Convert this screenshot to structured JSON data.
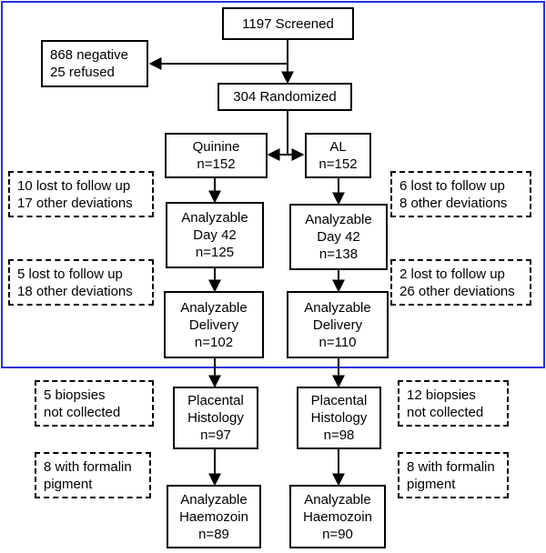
{
  "colors": {
    "frame": "#2233dd",
    "stroke": "#000000"
  },
  "nodes": {
    "screened": {
      "lines": [
        "1197 Screened"
      ]
    },
    "excluded": {
      "lines": [
        "868 negative",
        "25 refused"
      ]
    },
    "randomized": {
      "lines": [
        "304 Randomized"
      ]
    },
    "quinine": {
      "lines": [
        "Quinine",
        "n=152"
      ]
    },
    "al": {
      "lines": [
        "AL",
        "n=152"
      ]
    },
    "q_day42": {
      "lines": [
        "Analyzable",
        "Day 42",
        "n=125"
      ]
    },
    "al_day42": {
      "lines": [
        "Analyzable",
        "Day 42",
        "n=138"
      ]
    },
    "q_delivery": {
      "lines": [
        "Analyzable",
        "Delivery",
        "n=102"
      ]
    },
    "al_delivery": {
      "lines": [
        "Analyzable",
        "Delivery",
        "n=110"
      ]
    },
    "q_histology": {
      "lines": [
        "Placental",
        "Histology",
        "n=97"
      ]
    },
    "al_histology": {
      "lines": [
        "Placental",
        "Histology",
        "n=98"
      ]
    },
    "q_haemozoin": {
      "lines": [
        "Analyzable",
        "Haemozoin",
        "n=89"
      ]
    },
    "al_haemozoin": {
      "lines": [
        "Analyzable",
        "Haemozoin",
        "n=90"
      ]
    },
    "q_loss_1": {
      "lines": [
        "10 lost to follow up",
        "17 other deviations"
      ]
    },
    "al_loss_1": {
      "lines": [
        "6 lost to follow up",
        "8 other deviations"
      ]
    },
    "q_loss_2": {
      "lines": [
        "5 lost to follow up",
        "18 other deviations"
      ]
    },
    "al_loss_2": {
      "lines": [
        "2 lost to follow up",
        "26 other deviations"
      ]
    },
    "q_biopsy": {
      "lines": [
        "5 biopsies",
        "not collected"
      ]
    },
    "al_biopsy": {
      "lines": [
        "12 biopsies",
        "not collected"
      ]
    },
    "q_pigment": {
      "lines": [
        "8 with formalin",
        "pigment"
      ]
    },
    "al_pigment": {
      "lines": [
        "8 with formalin",
        "pigment"
      ]
    }
  }
}
